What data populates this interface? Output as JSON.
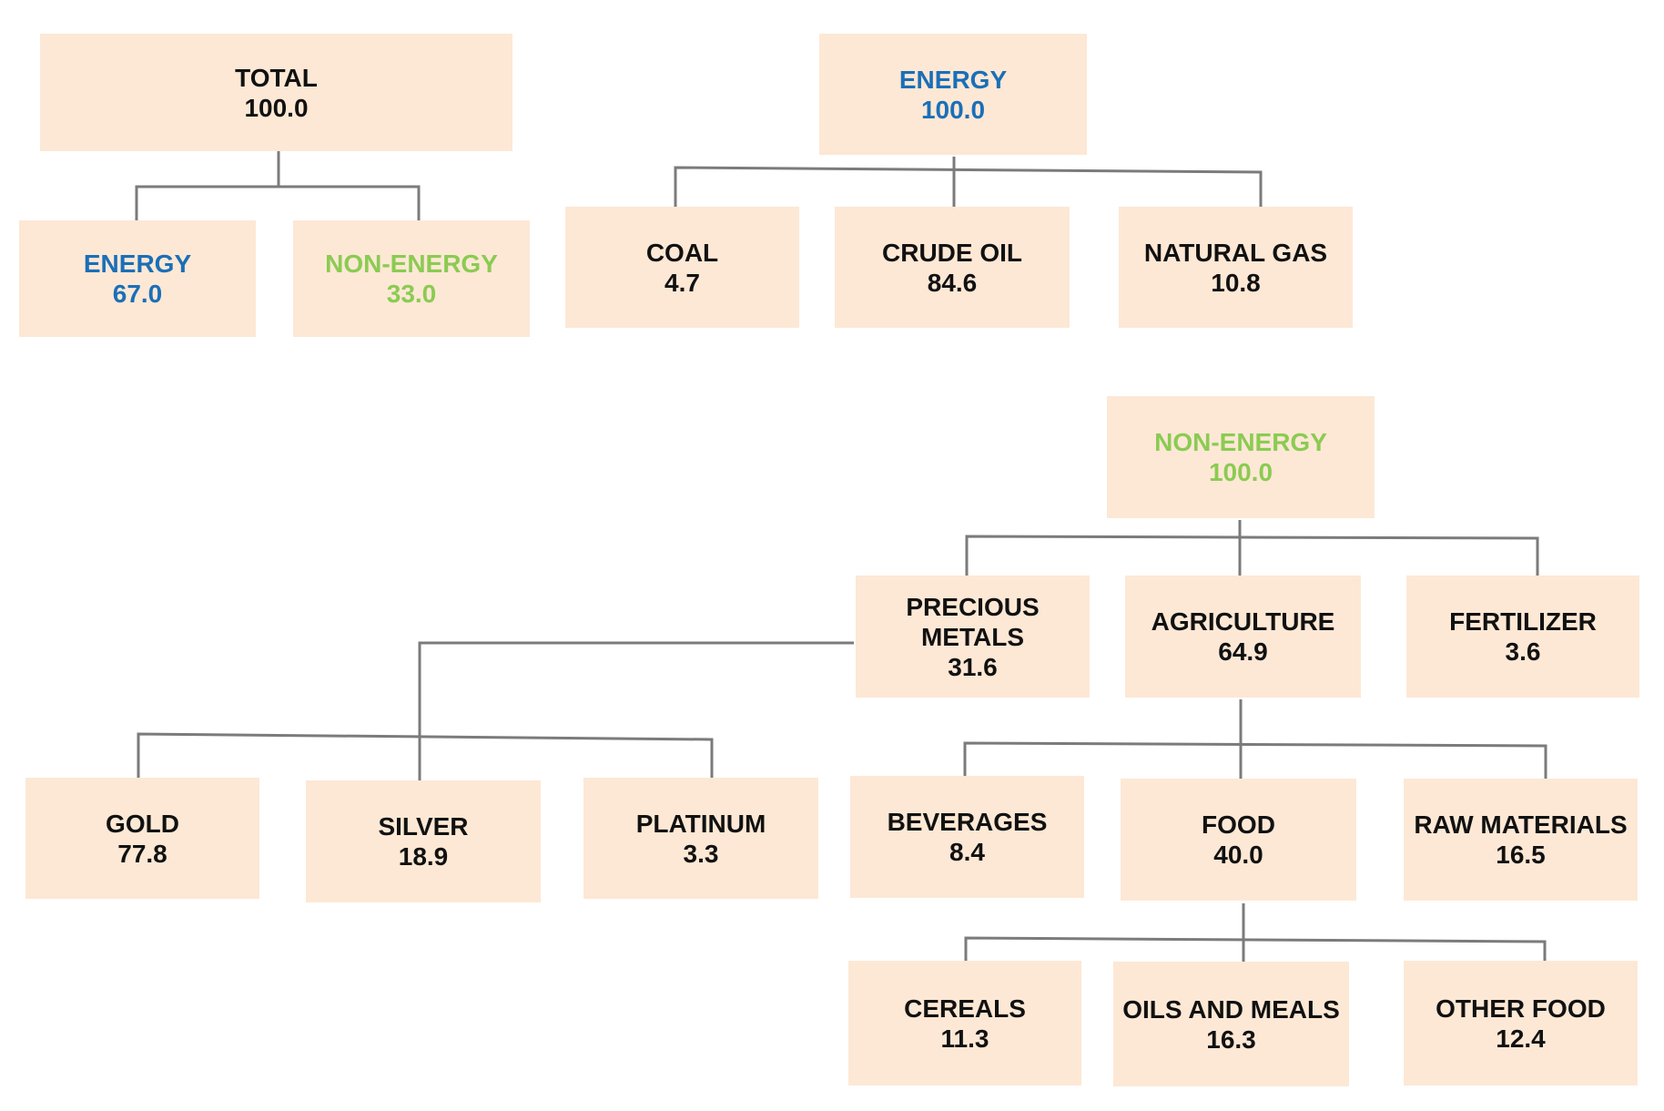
{
  "colors": {
    "box_fill": "#fde8d5",
    "connector": "#7b7b7b",
    "text_default": "#111111",
    "energy": "#1a6fb8",
    "non_energy": "#8bcb52"
  },
  "nodes": {
    "total": {
      "label": "TOTAL",
      "value": "100.0"
    },
    "energy": {
      "label": "ENERGY",
      "value": "67.0"
    },
    "non_energy": {
      "label": "NON-ENERGY",
      "value": "33.0"
    },
    "energy_root": {
      "label": "ENERGY",
      "value": "100.0"
    },
    "coal": {
      "label": "COAL",
      "value": "4.7"
    },
    "crude_oil": {
      "label": "CRUDE OIL",
      "value": "84.6"
    },
    "natural_gas": {
      "label": "NATURAL GAS",
      "value": "10.8"
    },
    "non_energy_root": {
      "label": "NON-ENERGY",
      "value": "100.0"
    },
    "precious_metals": {
      "label_line1": "PRECIOUS",
      "label_line2": "METALS",
      "value": "31.6"
    },
    "agriculture": {
      "label": "AGRICULTURE",
      "value": "64.9"
    },
    "fertilizer": {
      "label": "FERTILIZER",
      "value": "3.6"
    },
    "gold": {
      "label": "GOLD",
      "value": "77.8"
    },
    "silver": {
      "label": "SILVER",
      "value": "18.9"
    },
    "platinum": {
      "label": "PLATINUM",
      "value": "3.3"
    },
    "beverages": {
      "label": "BEVERAGES",
      "value": "8.4"
    },
    "food": {
      "label": "FOOD",
      "value": "40.0"
    },
    "raw_materials": {
      "label": "RAW MATERIALS",
      "value": "16.5"
    },
    "cereals": {
      "label": "CEREALS",
      "value": "11.3"
    },
    "oils_and_meals": {
      "label": "OILS AND MEALS",
      "value": "16.3"
    },
    "other_food": {
      "label": "OTHER FOOD",
      "value": "12.4"
    }
  }
}
